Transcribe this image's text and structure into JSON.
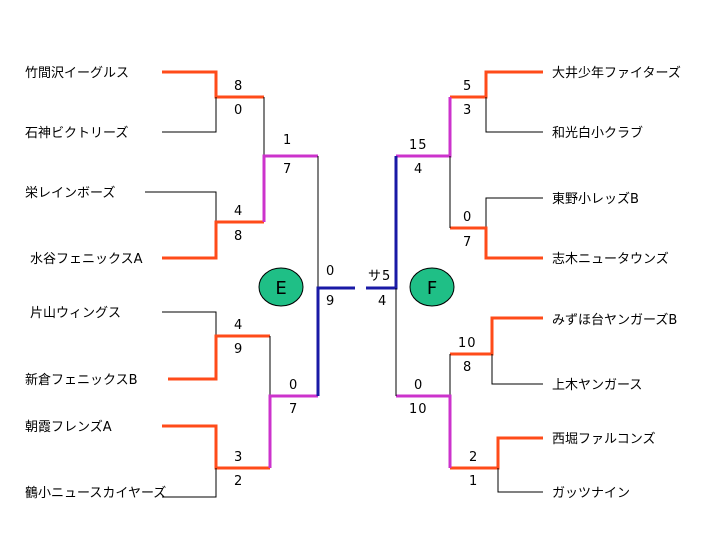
{
  "left_teams": [
    "竹間沢イーグルス",
    "石神ビクトリーズ",
    "栄レインボーズ",
    "水谷フェニックスA",
    "片山ウィングス",
    "新倉フェニックスB",
    "朝霞フレンズA",
    "鶴小ニュースカイヤーズ"
  ],
  "right_teams": [
    "大井少年ファイターズ",
    "和光白小クラブ",
    "東野小レッズB",
    "志木ニュータウンズ",
    "みずほ台ヤンガーズB",
    "上木ヤンガース",
    "西堀ファルコンズ",
    "ガッツナイン"
  ],
  "left_r1_scores": [
    [
      "8",
      "0"
    ],
    [
      "4",
      "8"
    ],
    [
      "4",
      "9"
    ],
    [
      "3",
      "2"
    ]
  ],
  "right_r1_scores": [
    [
      "5",
      "3"
    ],
    [
      "0",
      "7"
    ],
    [
      "10",
      "8"
    ],
    [
      "2",
      "1"
    ]
  ],
  "left_r2_scores": [
    [
      "1",
      "7"
    ],
    [
      "0",
      "7"
    ]
  ],
  "right_r2_scores": [
    [
      "15",
      "4"
    ],
    [
      "0",
      "10"
    ]
  ],
  "left_final_scores": [
    "0",
    "9"
  ],
  "right_final_scores": [
    "サ5",
    "4"
  ],
  "blocks": {
    "left": "E",
    "right": "F"
  },
  "colors": {
    "winner_line": "#ff4b1a",
    "semifinal_line": "#cc33cc",
    "final_line": "#1a1aa6",
    "block_circle": "#1fbf86"
  }
}
